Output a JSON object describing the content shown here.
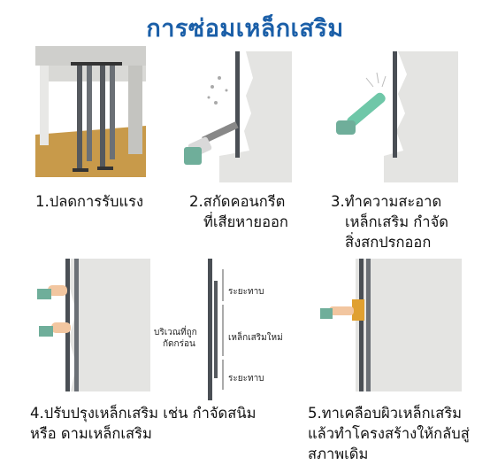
{
  "title": "การซ่อมเหล็กเสริม",
  "steps": [
    {
      "number": "1.",
      "lines": [
        "ปลดการรับแรง"
      ]
    },
    {
      "number": "2.",
      "lines": [
        "สกัดคอนกรีต",
        "ที่เสียหายออก"
      ]
    },
    {
      "number": "3.",
      "lines": [
        "ทำความสะอาด",
        "เหล็กเสริม กำจัด",
        "สิ่งสกปรกออก"
      ]
    },
    {
      "number": "4.",
      "lines": [
        "ปรับปรุงเหล็กเสริม เช่น กำจัดสนิม",
        "หรือ ดามเหล็กเสริม"
      ]
    },
    {
      "number": "5.",
      "lines": [
        "ทาเคลือบผิวเหล็กเสริม",
        "แล้วทำโครงสร้างให้กลับสู่",
        "สภาพเดิม"
      ]
    }
  ],
  "diagram_labels": {
    "lap_top": "ระยะทาบ",
    "corroded_area": [
      "บริเวณที่ถูก",
      "กัดกร่อน"
    ],
    "new_rebar": "เหล็กเสริมใหม่",
    "lap_bottom": "ระยะทาบ"
  },
  "colors": {
    "title": "#1b5fa8",
    "concrete": "#e4e4e2",
    "rebar": "#4a4f55",
    "floor": "#c89a4a",
    "glove": "#6fae9a",
    "skin": "#f2c6a0"
  },
  "icons": [
    "shoring-props",
    "hammer-chisel",
    "wire-brush",
    "hands",
    "paint-brush"
  ]
}
